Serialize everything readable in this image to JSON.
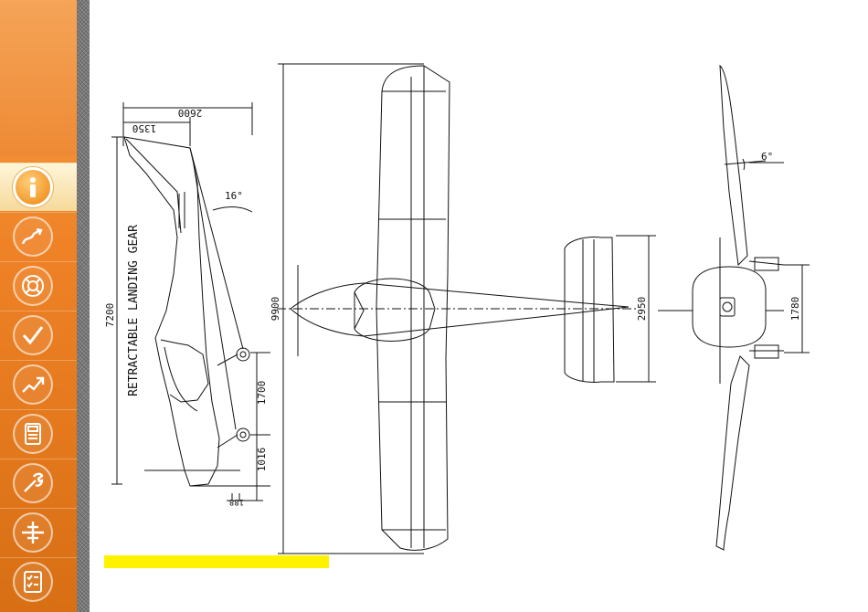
{
  "sidebar": {
    "items": [
      {
        "icon": "info-icon",
        "active": true
      },
      {
        "icon": "route-icon",
        "active": false
      },
      {
        "icon": "lifebuoy-icon",
        "active": false
      },
      {
        "icon": "checkmark-icon",
        "active": false
      },
      {
        "icon": "trend-up-icon",
        "active": false
      },
      {
        "icon": "calculator-icon",
        "active": false
      },
      {
        "icon": "wrench-icon",
        "active": false
      },
      {
        "icon": "crosshair-icon",
        "active": false
      },
      {
        "icon": "checklist-icon",
        "active": false
      }
    ],
    "colors": {
      "base": "#ef8226",
      "active": "#f29a2c"
    }
  },
  "drawing": {
    "side_view": {
      "note": "RETRACTABLE LANDING GEAR",
      "dim_length": "7200",
      "dim_top_outer": "2600",
      "dim_top_inner": "1350",
      "dim_gear_spacing": "1700",
      "dim_gear_bottom": "1016",
      "dim_small": "188",
      "angle": "16°"
    },
    "top_view": {
      "dim_wingspan": "9900",
      "dim_tail_span": "2950"
    },
    "front_view": {
      "dim_track": "1780",
      "angle": "6°"
    }
  },
  "caption": {
    "color": "#fff200"
  }
}
